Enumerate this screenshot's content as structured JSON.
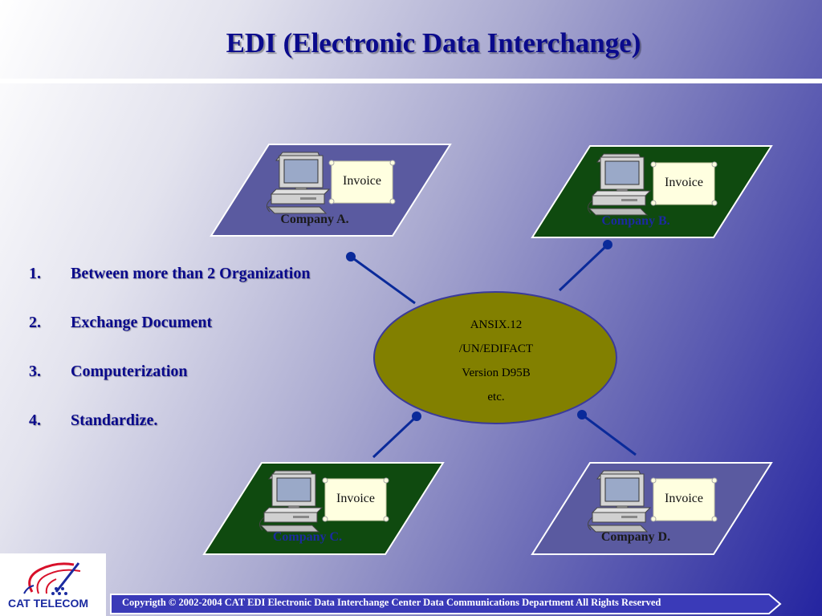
{
  "title": "EDI (Electronic Data Interchange)",
  "bullets": [
    {
      "num": "1.",
      "text": "Between more than 2 Organization"
    },
    {
      "num": "2.",
      "text": "Exchange Document"
    },
    {
      "num": "3.",
      "text": "Computerization"
    },
    {
      "num": "4.",
      "text": "Standardize."
    }
  ],
  "standards": [
    "ANSIX.12",
    "/UN/EDIFACT",
    "Version D95B",
    "etc."
  ],
  "companies": [
    {
      "name": "Company A.",
      "document": "Invoice"
    },
    {
      "name": "Company B.",
      "document": "Invoice"
    },
    {
      "name": "Company C.",
      "document": "Invoice"
    },
    {
      "name": "Company D.",
      "document": "Invoice"
    }
  ],
  "logo": {
    "text": "CAT TELECOM"
  },
  "footer": "Copyrigth © 2002-2004  CAT EDI   Electronic Data Interchange Center    Data Communications Department All Rights Reserved",
  "colors": {
    "title": "#0a0a8c",
    "panel_blue": "#5a5aa0",
    "panel_green": "#0f4a0f",
    "hub": "#828000",
    "connector": "#0a2a9a",
    "footer_bar": "#3a3ab8"
  },
  "icons": [
    "computer-icon",
    "invoice-scroll-icon",
    "cat-telecom-logo"
  ]
}
